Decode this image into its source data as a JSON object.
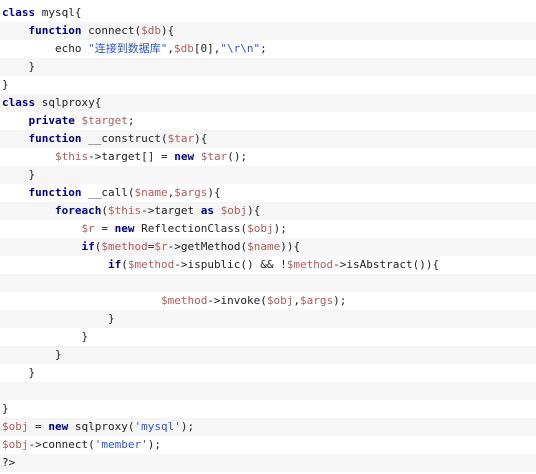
{
  "lines": [
    [
      [
        "kw",
        "class"
      ],
      [
        "pl",
        " mysql{"
      ]
    ],
    [
      [
        "pl",
        "    "
      ],
      [
        "kw",
        "function"
      ],
      [
        "pl",
        " connect("
      ],
      [
        "var",
        "$db"
      ],
      [
        "pl",
        "){"
      ]
    ],
    [
      [
        "pl",
        "        echo "
      ],
      [
        "str",
        "\"连接到数据库\""
      ],
      [
        "pl",
        ","
      ],
      [
        "var",
        "$db"
      ],
      [
        "pl",
        "[0],"
      ],
      [
        "str",
        "\"\\r\\n\""
      ],
      [
        "pl",
        ";"
      ]
    ],
    [
      [
        "pl",
        "    }"
      ]
    ],
    [
      [
        "pl",
        "}"
      ]
    ],
    [
      [
        "kw",
        "class"
      ],
      [
        "pl",
        " sqlproxy{"
      ]
    ],
    [
      [
        "pl",
        "    "
      ],
      [
        "kw",
        "private"
      ],
      [
        "pl",
        " "
      ],
      [
        "var",
        "$target"
      ],
      [
        "pl",
        ";"
      ]
    ],
    [
      [
        "pl",
        "    "
      ],
      [
        "kw",
        "function"
      ],
      [
        "pl",
        " __construct("
      ],
      [
        "var",
        "$tar"
      ],
      [
        "pl",
        "){"
      ]
    ],
    [
      [
        "pl",
        "        "
      ],
      [
        "var",
        "$this"
      ],
      [
        "pl",
        "->target[] = "
      ],
      [
        "kw",
        "new"
      ],
      [
        "pl",
        " "
      ],
      [
        "var",
        "$tar"
      ],
      [
        "pl",
        "();"
      ]
    ],
    [
      [
        "pl",
        "    }"
      ]
    ],
    [
      [
        "pl",
        "    "
      ],
      [
        "kw",
        "function"
      ],
      [
        "pl",
        " __call("
      ],
      [
        "var",
        "$name"
      ],
      [
        "pl",
        ","
      ],
      [
        "var",
        "$args"
      ],
      [
        "pl",
        "){"
      ]
    ],
    [
      [
        "pl",
        "        "
      ],
      [
        "kw",
        "foreach"
      ],
      [
        "pl",
        "("
      ],
      [
        "var",
        "$this"
      ],
      [
        "pl",
        "->target "
      ],
      [
        "kw",
        "as"
      ],
      [
        "pl",
        " "
      ],
      [
        "var",
        "$obj"
      ],
      [
        "pl",
        "){"
      ]
    ],
    [
      [
        "pl",
        "            "
      ],
      [
        "var",
        "$r"
      ],
      [
        "pl",
        " = "
      ],
      [
        "kw",
        "new"
      ],
      [
        "pl",
        " ReflectionClass("
      ],
      [
        "var",
        "$obj"
      ],
      [
        "pl",
        ");"
      ]
    ],
    [
      [
        "pl",
        "            "
      ],
      [
        "kw",
        "if"
      ],
      [
        "pl",
        "("
      ],
      [
        "var",
        "$method"
      ],
      [
        "pl",
        "="
      ],
      [
        "var",
        "$r"
      ],
      [
        "pl",
        "->getMethod("
      ],
      [
        "var",
        "$name"
      ],
      [
        "pl",
        ")){"
      ]
    ],
    [
      [
        "pl",
        "                "
      ],
      [
        "kw",
        "if"
      ],
      [
        "pl",
        "("
      ],
      [
        "var",
        "$method"
      ],
      [
        "pl",
        "->ispublic() && !"
      ],
      [
        "var",
        "$method"
      ],
      [
        "pl",
        "->isAbstract()){"
      ]
    ],
    [
      [
        "pl",
        ""
      ]
    ],
    [
      [
        "pl",
        "                        "
      ],
      [
        "var",
        "$method"
      ],
      [
        "pl",
        "->invoke("
      ],
      [
        "var",
        "$obj"
      ],
      [
        "pl",
        ","
      ],
      [
        "var",
        "$args"
      ],
      [
        "pl",
        ");"
      ]
    ],
    [
      [
        "pl",
        "                }"
      ]
    ],
    [
      [
        "pl",
        "            }"
      ]
    ],
    [
      [
        "pl",
        "        }"
      ]
    ],
    [
      [
        "pl",
        "    }"
      ]
    ],
    [
      [
        "pl",
        ""
      ]
    ],
    [
      [
        "pl",
        "}"
      ]
    ],
    [
      [
        "var",
        "$obj"
      ],
      [
        "pl",
        " = "
      ],
      [
        "kw",
        "new"
      ],
      [
        "pl",
        " sqlproxy("
      ],
      [
        "str",
        "'mysql'"
      ],
      [
        "pl",
        ");"
      ]
    ],
    [
      [
        "var",
        "$obj"
      ],
      [
        "pl",
        "->connect("
      ],
      [
        "str",
        "'member'"
      ],
      [
        "pl",
        ");"
      ]
    ],
    [
      [
        "pl",
        "?>"
      ]
    ]
  ],
  "colors": {
    "keyword": "#000080",
    "variable": "#b05a5a",
    "string": "#2f56c2",
    "plain": "#222222",
    "alt_row": "#f6f6f6"
  }
}
